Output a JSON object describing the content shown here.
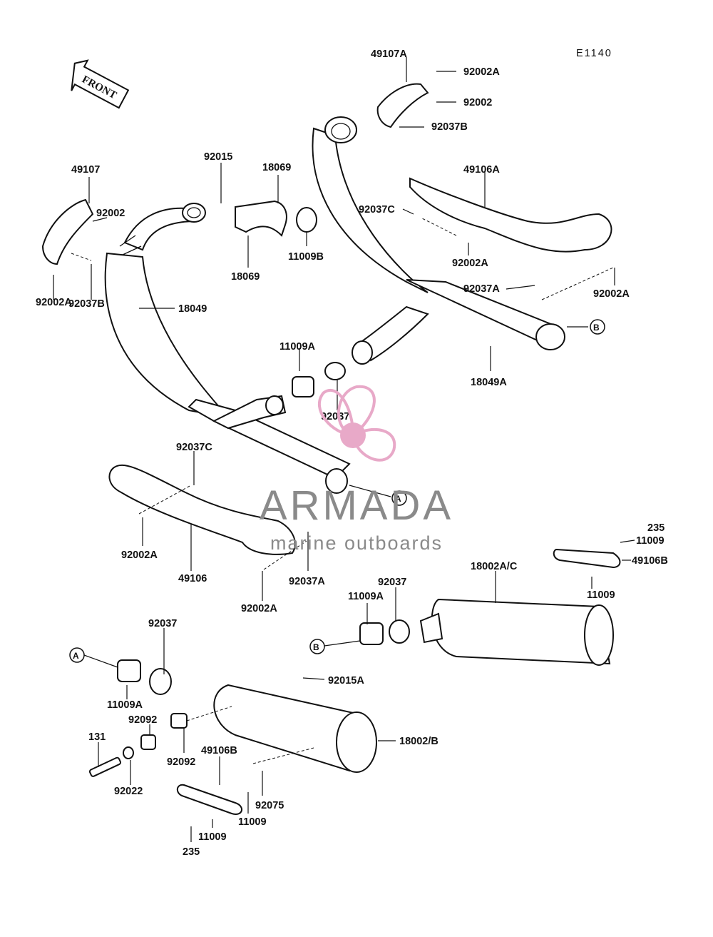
{
  "diagram_code": "E1140",
  "front_label": "FRONT",
  "watermark": {
    "brand": "ARMADA",
    "tagline": "marine outboards",
    "accent_color": "#e8a9c8",
    "text_color": "#8a8a8a"
  },
  "callouts": {
    "A": "A",
    "B": "B"
  },
  "parts": [
    "49107A",
    "92002A",
    "92002",
    "92037B",
    "49107",
    "92015",
    "18069",
    "92002",
    "11009B",
    "18069",
    "92037B",
    "92002A",
    "18049",
    "49106A",
    "92037C",
    "92002A",
    "92037A",
    "92002A",
    "11009A",
    "18049A",
    "92037",
    "92037C",
    "92002A",
    "49106",
    "92037A",
    "92002A",
    "235",
    "11009",
    "49106B",
    "18002A/C",
    "11009",
    "92037",
    "11009A",
    "92037",
    "92015A",
    "11009A",
    "92092",
    "18002/B",
    "131",
    "92092",
    "92022",
    "49106B",
    "92075",
    "11009",
    "11009",
    "235"
  ]
}
